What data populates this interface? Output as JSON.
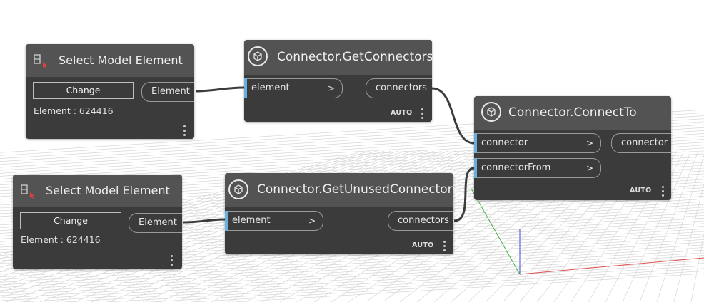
{
  "nodes": {
    "select1": {
      "title": "Select Model Element",
      "button": "Change",
      "output": "Element",
      "status": "Element : 624416"
    },
    "getConnectors": {
      "title": "Connector.GetConnectors",
      "input": "element",
      "input_arrow": ">",
      "output": "connectors",
      "lacing": "AUTO"
    },
    "connectTo": {
      "title": "Connector.ConnectTo",
      "inputs": [
        "connector",
        "connectorFrom"
      ],
      "input_arrow": ">",
      "output": "connector",
      "lacing": "AUTO"
    },
    "select2": {
      "title": "Select Model Element",
      "button": "Change",
      "output": "Element",
      "status": "Element : 624416"
    },
    "getUnused": {
      "title": "Connector.GetUnusedConnectors",
      "input": "element",
      "input_arrow": ">",
      "output": "connectors",
      "lacing": "AUTO"
    }
  },
  "colors": {
    "port_accent": "#6ab0de",
    "node_body": "#3b3b3b",
    "node_header": "#535353",
    "wire": "#3c3c3c",
    "axis_x": "#e05050",
    "axis_y": "#44b044",
    "axis_z": "#3f4fd6",
    "grid": "#c8c8c8"
  }
}
